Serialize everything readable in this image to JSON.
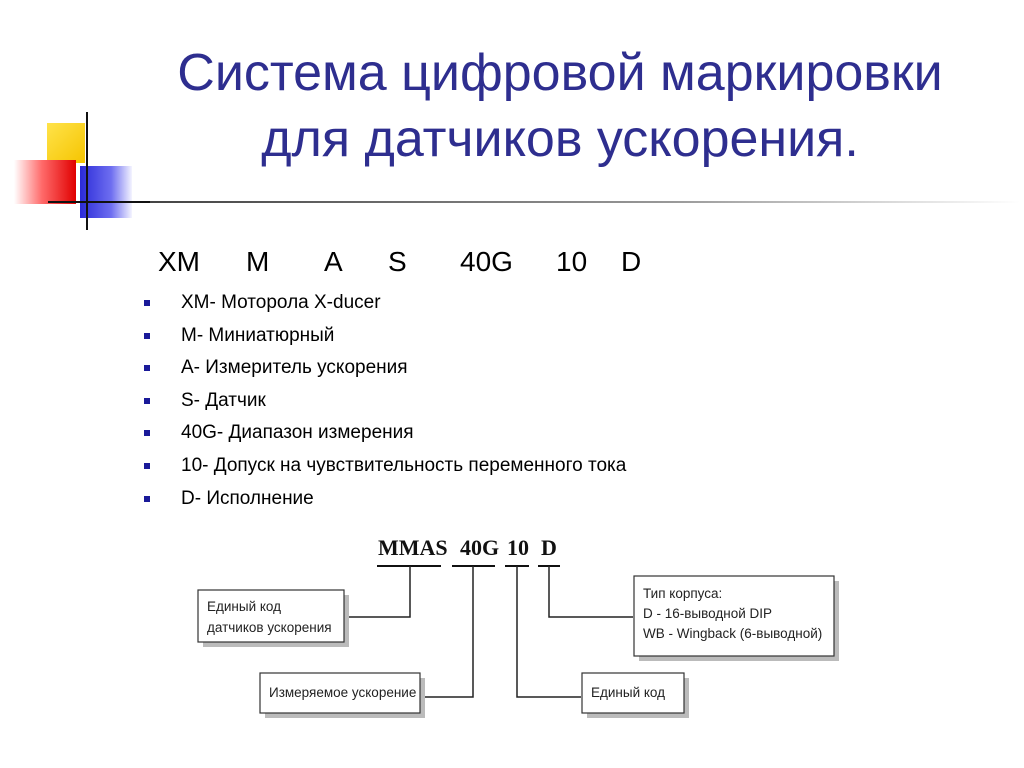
{
  "title": {
    "line1": "Система цифровой маркировки",
    "line2": "для датчиков ускорения."
  },
  "code_parts": [
    "XM",
    "M",
    "A",
    "S",
    "40G",
    "10",
    "D"
  ],
  "bullets": [
    "XM- Моторола X-ducer",
    "M- Миниатюрный",
    "A- Измеритель ускорения",
    "S- Датчик",
    "40G- Диапазон измерения",
    "10- Допуск на чувствительность переменного тока",
    "D- Исполнение"
  ],
  "diagram": {
    "code_parts": [
      "MMAS",
      "40G",
      "10",
      "D"
    ],
    "boxes": {
      "unified_sensor_code": [
        "Единый код",
        "датчиков ускорения"
      ],
      "measured_acceleration": [
        "Измеряемое ускорение"
      ],
      "unified_code": [
        "Единый код"
      ],
      "package_type": [
        "Тип корпуса:",
        "D - 16-выводной DIP",
        "WB - Wingback (6-выводной)"
      ]
    }
  },
  "colors": {
    "title": "#2e2e8f",
    "bullet": "#1a1a99",
    "logo_yellow": "#f5c400",
    "logo_red": "#e00000",
    "logo_blue": "#2b2bd8"
  }
}
